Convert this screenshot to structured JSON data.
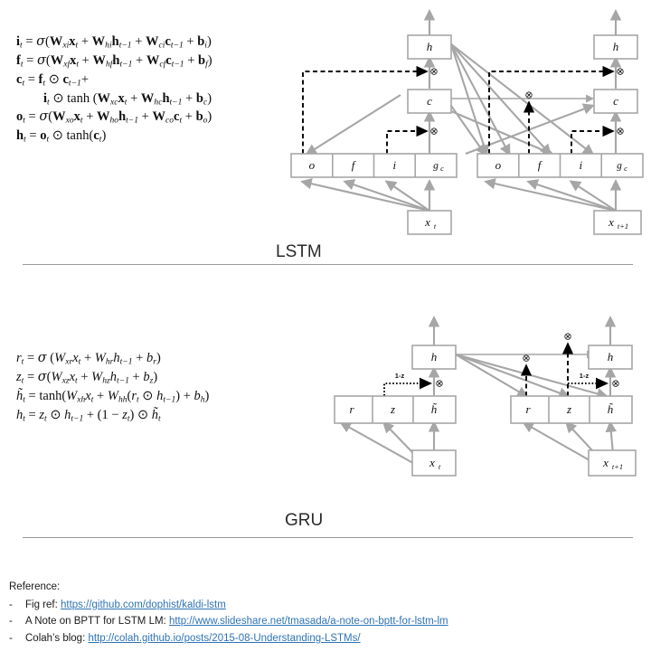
{
  "sections": [
    {
      "id": "lstm",
      "label": "LSTM",
      "equations": [
        "i_t = σ(W_xi x_t + W_hi h_{t-1} + W_ci c_{t-1} + b_i)",
        "f_t = σ(W_xf x_t + W_hf h_{t-1} + W_cf c_{t-1} + b_f)",
        "c_t = f_t ⊙ c_{t-1} +",
        "i_t ⊙ tanh (W_xc x_t + W_hc h_{t-1} + b_c)",
        "o_t = σ(W_xo x_t + W_ho h_{t-1} + W_co c_t + b_o)",
        "h_t = o_t ⊙ tanh(c_t)"
      ],
      "diagram": {
        "gate_labels": [
          "o",
          "f",
          "i",
          "g_c"
        ],
        "state_labels": [
          "h",
          "c"
        ],
        "input_labels": [
          "x_t",
          "x_{t+1}"
        ],
        "mult_symbol": "⊗",
        "timesteps": 2
      }
    },
    {
      "id": "gru",
      "label": "GRU",
      "equations": [
        "r_t = σ (W_xr x_t + W_hr h_{t-1} + b_r)",
        "z_t = σ(W_xz x_t + W_hz h_{t-1} + b_z)",
        "h̃_t = tanh(W_xh x_t + W_hh (r_t ⊙ h_{t-1}) + b_h)",
        "h_t = z_t ⊙ h_{t-1} + (1 - z_t) ⊙ h̃_t"
      ],
      "diagram": {
        "gate_labels": [
          "r",
          "z",
          "h̃"
        ],
        "state_labels": [
          "h"
        ],
        "input_labels": [
          "x_t",
          "x_{t+1}"
        ],
        "mult_symbol": "⊗",
        "gate_annotation": "1-z",
        "timesteps": 2
      }
    }
  ],
  "references": {
    "heading": "Reference:",
    "items": [
      {
        "bullet": "-",
        "label": "Fig ref:",
        "url": "https://github.com/dophist/kaldi-lstm"
      },
      {
        "bullet": "-",
        "label": "A Note on BPTT for LSTM LM:",
        "url": "http://www.slideshare.net/tmasada/a-note-on-bptt-for-lstm-lm"
      },
      {
        "bullet": "-",
        "label": "Colah’s blog:",
        "url": "http://colah.github.io/posts/2015-08-Understanding-LSTMs/"
      }
    ]
  },
  "colors": {
    "box_stroke": "#a6a6a6",
    "arrow_gray": "#a6a6a6",
    "dashed_black": "#000000",
    "link_blue": "#2e74b5",
    "rule_gray": "#9a9a9a"
  }
}
